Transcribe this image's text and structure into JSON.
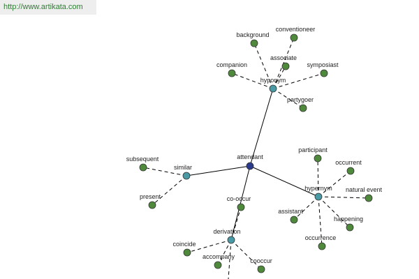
{
  "banner": {
    "url": "http://www.artikata.com"
  },
  "colors": {
    "center": "#2b3a8a",
    "category": "#4a9aa5",
    "term": "#4f8a3c"
  },
  "graph": {
    "center": {
      "id": "attendant",
      "label": "attendant"
    },
    "categories": [
      {
        "id": "hyponym",
        "label": "hyponym"
      },
      {
        "id": "similar",
        "label": "similar"
      },
      {
        "id": "hypernym",
        "label": "hypernym"
      },
      {
        "id": "derivation",
        "label": "derivation"
      }
    ],
    "terms": [
      {
        "id": "background",
        "label": "background",
        "parent": "hyponym"
      },
      {
        "id": "conventioneer",
        "label": "conventioneer",
        "parent": "hyponym"
      },
      {
        "id": "associate",
        "label": "associate",
        "parent": "hyponym"
      },
      {
        "id": "companion",
        "label": "companion",
        "parent": "hyponym"
      },
      {
        "id": "symposiast",
        "label": "symposiast",
        "parent": "hyponym"
      },
      {
        "id": "partygoer",
        "label": "partygoer",
        "parent": "hyponym"
      },
      {
        "id": "subsequent",
        "label": "subsequent",
        "parent": "similar"
      },
      {
        "id": "present",
        "label": "present",
        "parent": "similar"
      },
      {
        "id": "participant",
        "label": "participant",
        "parent": "hypernym"
      },
      {
        "id": "occurrent",
        "label": "occurrent",
        "parent": "hypernym"
      },
      {
        "id": "natural-event",
        "label": "natural event",
        "parent": "hypernym"
      },
      {
        "id": "assistant",
        "label": "assistant",
        "parent": "hypernym"
      },
      {
        "id": "happening",
        "label": "happening",
        "parent": "hypernym"
      },
      {
        "id": "occurrence",
        "label": "occurrence",
        "parent": "hypernym"
      },
      {
        "id": "co-occur",
        "label": "co-occur",
        "parent": "derivation"
      },
      {
        "id": "coincide",
        "label": "coincide",
        "parent": "derivation"
      },
      {
        "id": "accompany",
        "label": "accompany",
        "parent": "derivation"
      },
      {
        "id": "cooccur",
        "label": "cooccur",
        "parent": "derivation"
      }
    ]
  }
}
